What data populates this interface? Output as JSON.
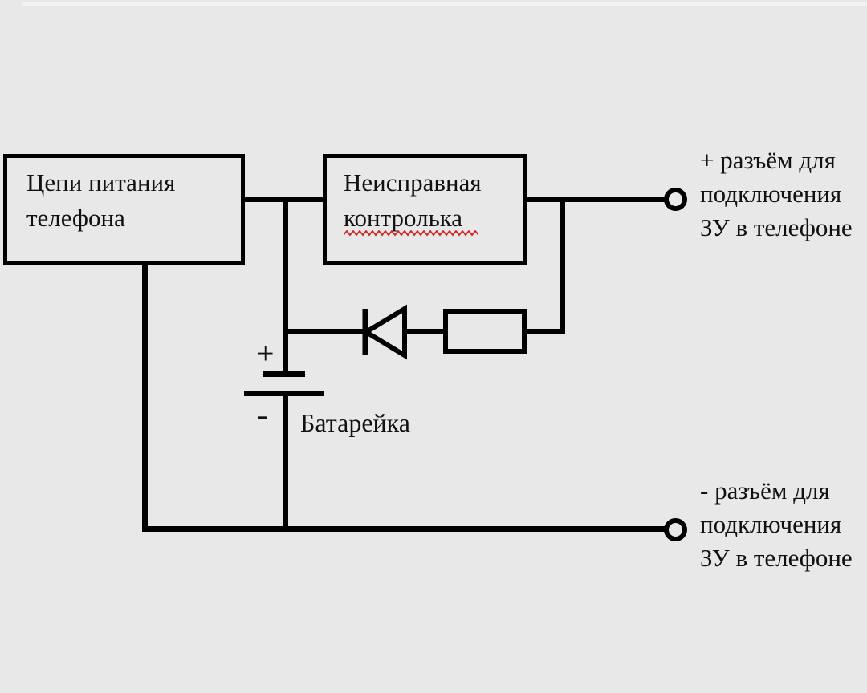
{
  "diagram": {
    "title": "Phone charger circuit schematic",
    "colors": {
      "background": "#e8e8e8",
      "line": "#000000",
      "spellcheck": "#d42020",
      "text": "#111111"
    },
    "power_box": {
      "line1": "Цепи питания",
      "line2": "телефона"
    },
    "indicator_box": {
      "line1": "Неисправная",
      "line2": "контролька"
    },
    "battery": {
      "plus": "+",
      "minus": "-",
      "label": "Батарейка"
    },
    "positive_terminal": {
      "line1": "+ разъём для",
      "line2": "подключения",
      "line3": "ЗУ в телефоне"
    },
    "negative_terminal": {
      "line1": "- разъём для",
      "line2": "подключения",
      "line3": "ЗУ в телефоне"
    }
  }
}
